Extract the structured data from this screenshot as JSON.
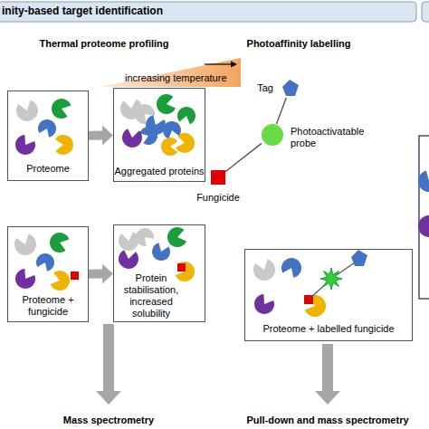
{
  "diagram": {
    "title": "inity-based target identification",
    "nodes": [
      {
        "text": [
          "Proteome"
        ]
      },
      {
        "text": [
          "Aggregated proteins"
        ]
      },
      {
        "text": [
          "Proteome + fungicide"
        ]
      },
      {
        "text": [
          "Protein stabilisation, increased solubility"
        ]
      },
      {
        "text": [
          "Tag"
        ]
      },
      {
        "text": [
          "Photoactivatable probe"
        ]
      },
      {
        "text": [
          "Fungicide"
        ]
      },
      {
        "text": [
          "Proteome + labelled fungicide"
        ]
      }
    ],
    "edges": [
      {
        "from": 0,
        "to": 1,
        "arrow": "to"
      },
      {
        "from": 2,
        "to": 3,
        "arrow": "to"
      },
      {
        "from": 6,
        "to": 5,
        "arrow": "none"
      },
      {
        "from": 5,
        "to": 4,
        "arrow": "none"
      }
    ],
    "labels": [
      "Thermal proteome profiling",
      "increasing temperature",
      "Photoaffinity labelling",
      "Mass spectrometry",
      "Pull-down and mass spectrometry"
    ]
  }
}
